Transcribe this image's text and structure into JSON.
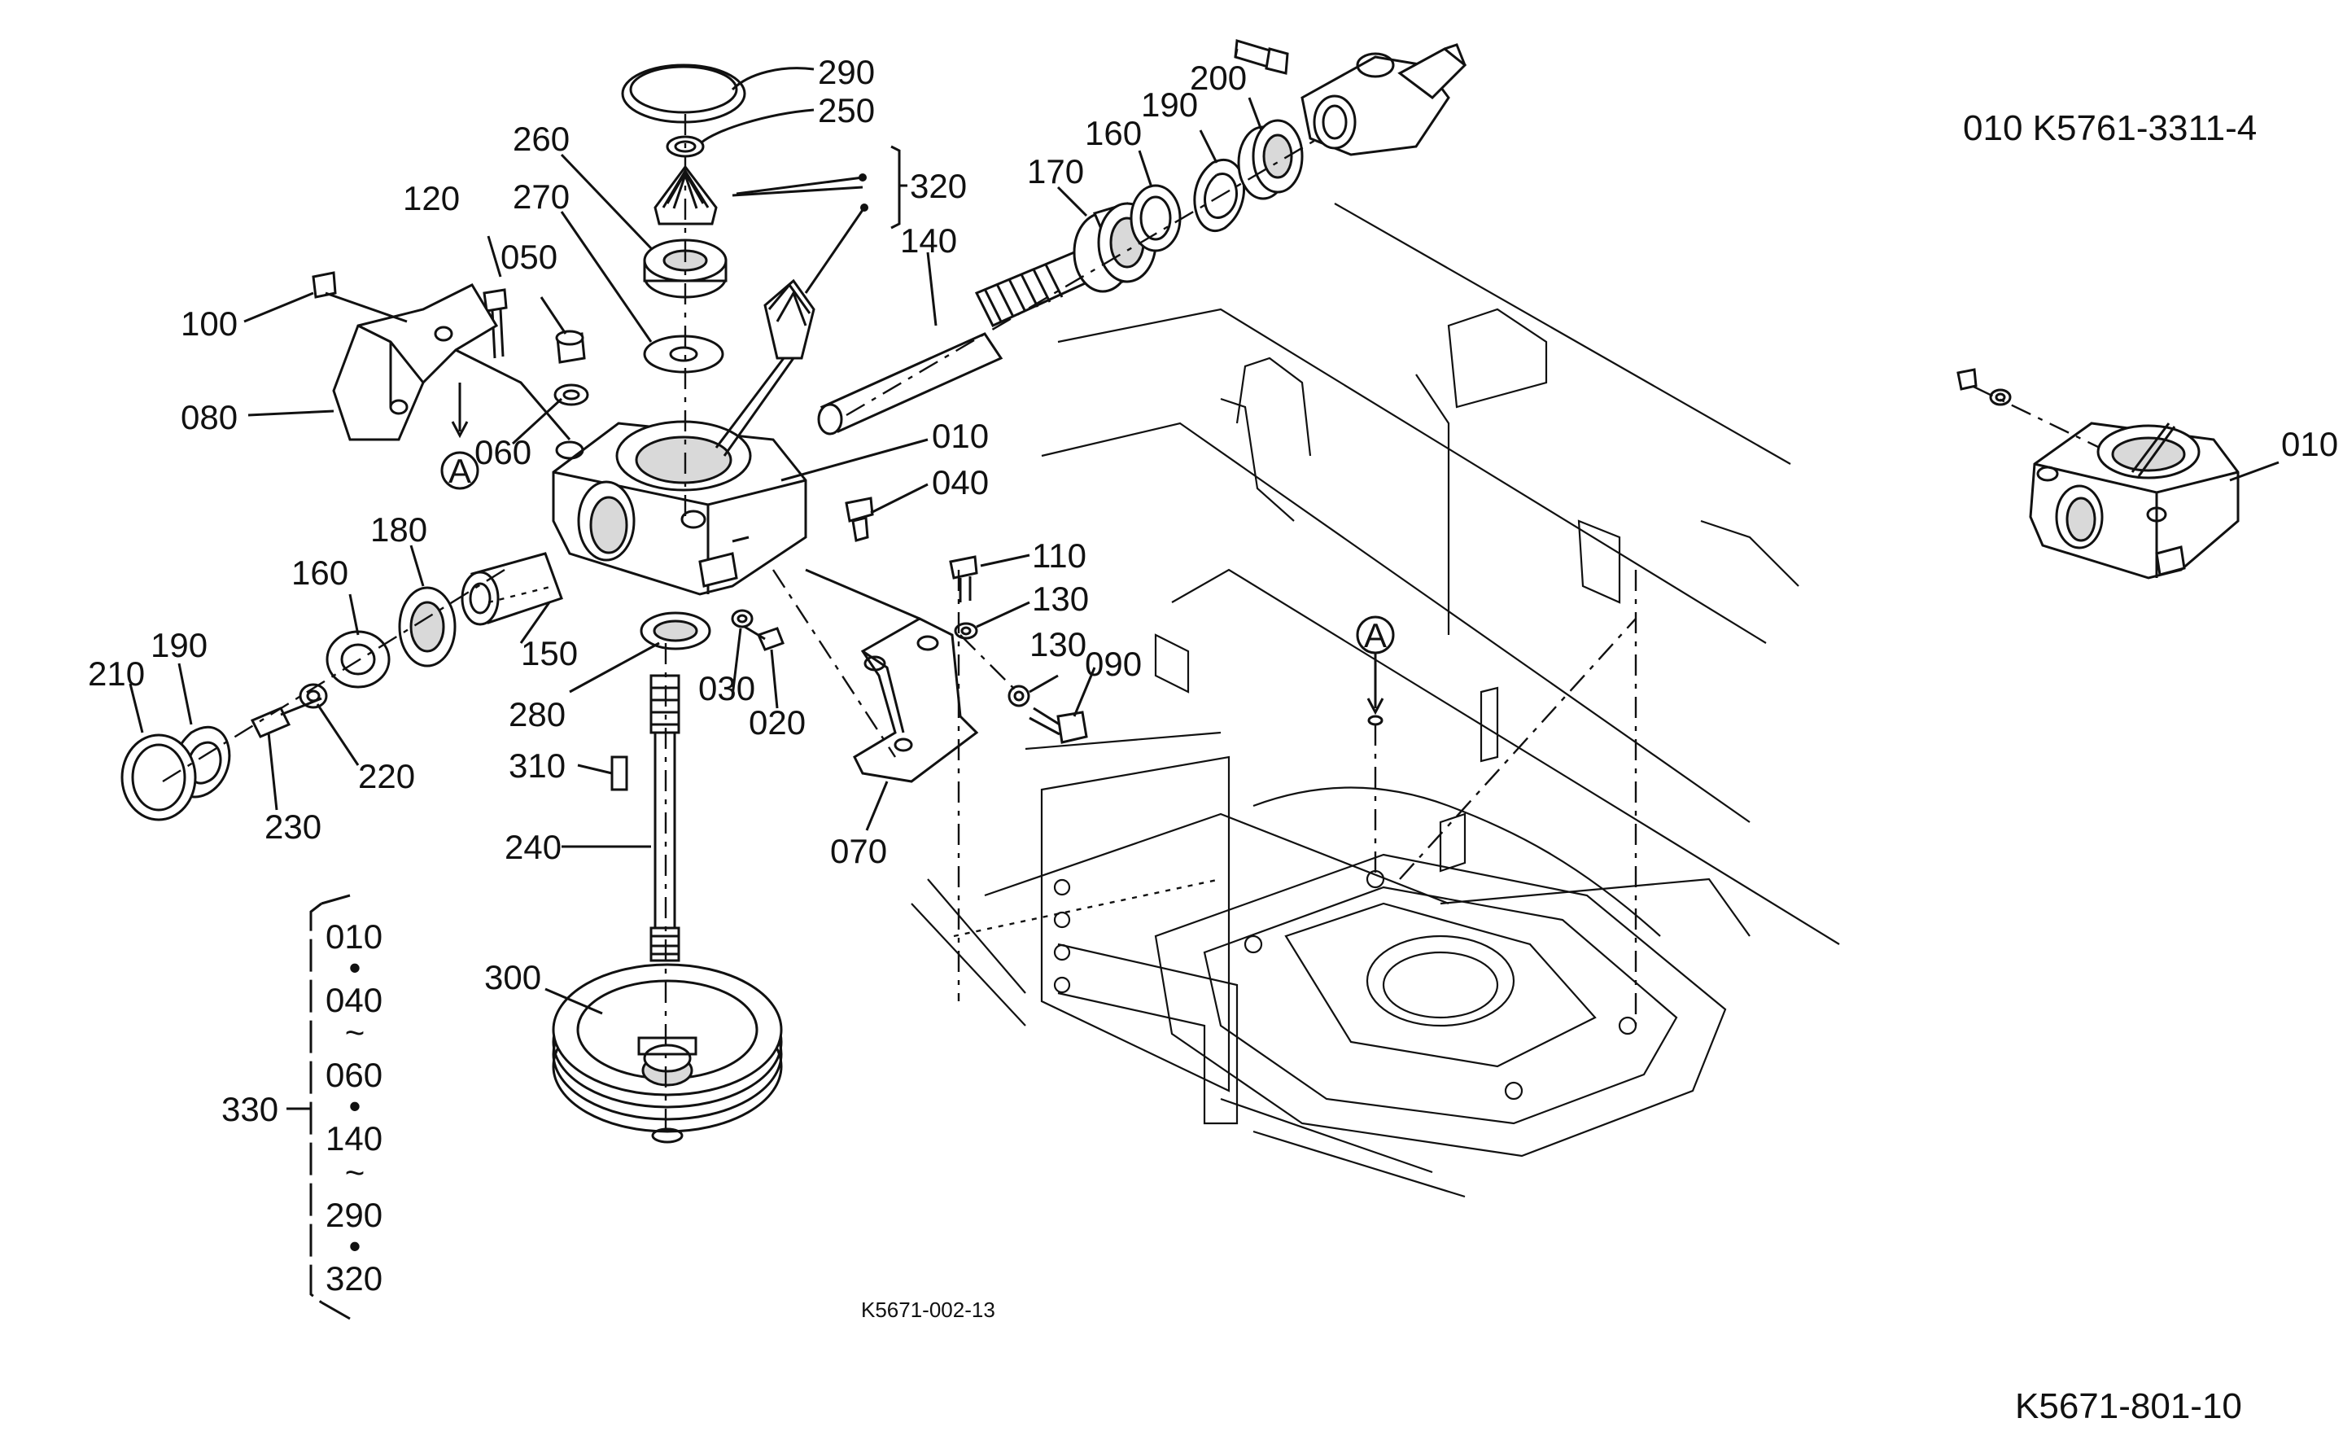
{
  "drawing": {
    "part_code_header": "010 K5761-3311-4",
    "inner_figure_code": "K5671-002-13",
    "drawing_number": "K5671-801-10",
    "reference_mark": "A"
  },
  "part_labels": {
    "p290": "290",
    "p250": "250",
    "p260": "260",
    "p270": "270",
    "p320": "320",
    "p140": "140",
    "p170": "170",
    "p160a": "160",
    "p190a": "190",
    "p200": "200",
    "p120": "120",
    "p050": "050",
    "p100": "100",
    "p080": "080",
    "p060": "060",
    "p010": "010",
    "p040": "040",
    "p180": "180",
    "p160b": "160",
    "p150": "150",
    "p210": "210",
    "p190b": "190",
    "p220": "220",
    "p230": "230",
    "p280": "280",
    "p030": "030",
    "p020": "020",
    "p110": "110",
    "p130a": "130",
    "p130b": "130",
    "p090": "090",
    "p070": "070",
    "p310": "310",
    "p240": "240",
    "p300": "300",
    "p010_inset": "010"
  },
  "assembly_group": {
    "label": "330",
    "items": [
      "010",
      "040",
      "060",
      "140",
      "290",
      "320"
    ],
    "separators": [
      "•",
      "~",
      "•",
      "~",
      "•"
    ]
  }
}
